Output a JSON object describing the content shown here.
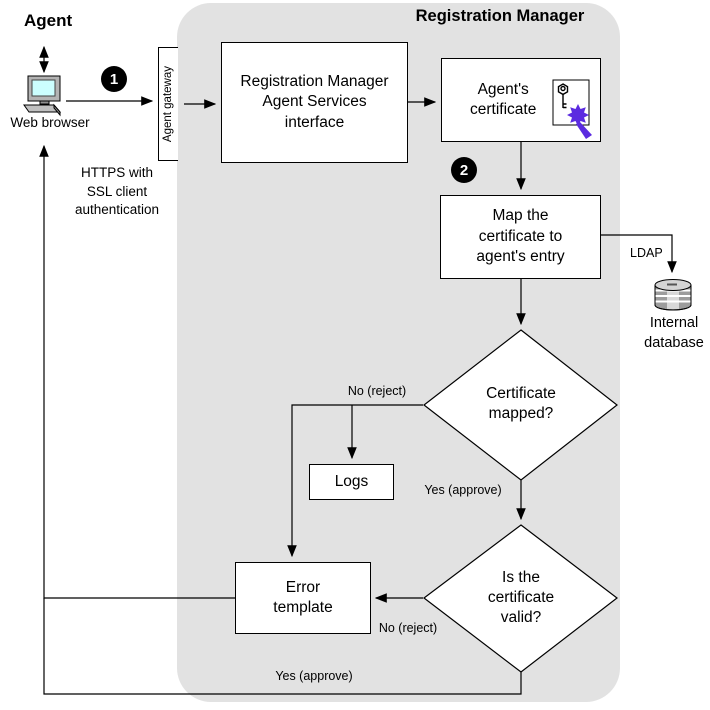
{
  "diagram": {
    "title": "Registration Manager",
    "agent": {
      "heading": "Agent",
      "browser_label": "Web browser",
      "https_note": "HTTPS with\nSSL client\nauthentication"
    },
    "steps": {
      "one": "1",
      "two": "2"
    },
    "nodes": {
      "gateway": "Agent gateway",
      "interface": "Registration Manager\nAgent Services\ninterface",
      "certificate": "Agent's\ncertificate",
      "map": "Map the\ncertificate to\nagent's entry",
      "logs": "Logs",
      "error": "Error\ntemplate"
    },
    "decisions": {
      "mapped": "Certificate\nmapped?",
      "valid": "Is the\ncertificate\nvalid?"
    },
    "edges": {
      "no_reject_1": "No (reject)",
      "yes_approve_1": "Yes (approve)",
      "no_reject_2": "No (reject)",
      "yes_approve_2": "Yes (approve)",
      "ldap": "LDAP"
    },
    "database_label": "Internal\ndatabase",
    "colors": {
      "panel": "#e2e2e2",
      "seal": "#5b2be0",
      "screen": "#ccffff",
      "line": "#000000"
    }
  }
}
